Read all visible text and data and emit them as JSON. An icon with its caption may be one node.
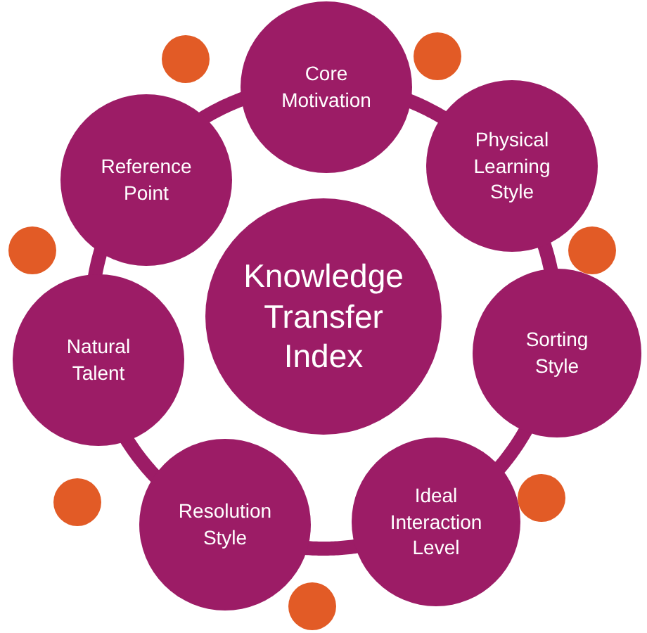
{
  "diagram": {
    "nodes": [
      {
        "text": [
          "Knowledge Transfer Index"
        ]
      },
      {
        "text": [
          "Core Motivation"
        ]
      },
      {
        "text": [
          "Physical Learning Style"
        ]
      },
      {
        "text": [
          "Sorting Style"
        ]
      },
      {
        "text": [
          "Ideal Interaction Level"
        ]
      },
      {
        "text": [
          "Resolution Style"
        ]
      },
      {
        "text": [
          "Natural Talent"
        ]
      },
      {
        "text": [
          "Reference Point"
        ]
      }
    ],
    "edges": [
      {
        "from": 1,
        "to": 2,
        "arrow": "none"
      },
      {
        "from": 2,
        "to": 3,
        "arrow": "none"
      },
      {
        "from": 3,
        "to": 4,
        "arrow": "none"
      },
      {
        "from": 4,
        "to": 5,
        "arrow": "none"
      },
      {
        "from": 5,
        "to": 6,
        "arrow": "none"
      },
      {
        "from": 6,
        "to": 7,
        "arrow": "none"
      },
      {
        "from": 7,
        "to": 1,
        "arrow": "none"
      }
    ]
  }
}
